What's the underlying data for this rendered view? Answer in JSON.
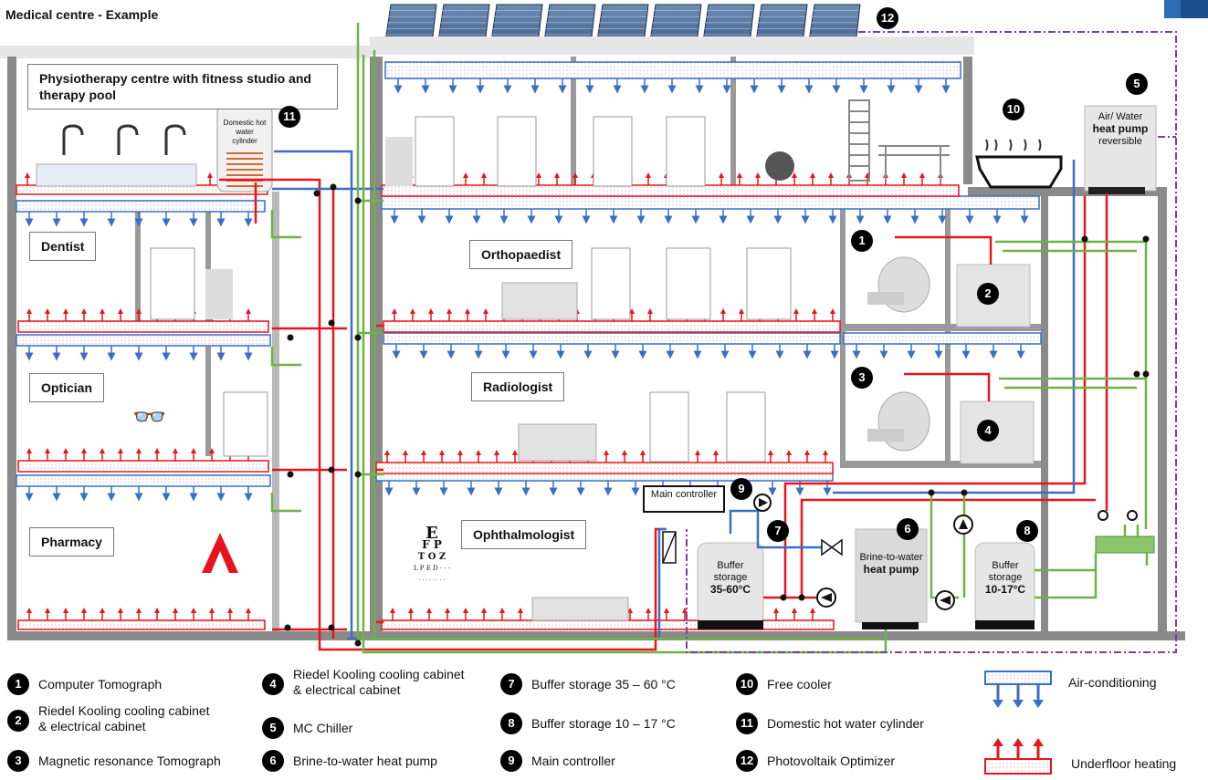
{
  "title": "Medical centre - Example",
  "rooms": {
    "physio": "Physiotherapy centre with fitness studio and therapy pool",
    "dentist": "Dentist",
    "optician": "Optician",
    "pharmacy": "Pharmacy",
    "orthopaedist": "Orthopaedist",
    "radiologist": "Radiologist",
    "ophthalmologist": "Ophthalmologist"
  },
  "equipment": {
    "dhw_cylinder": "Domestic hot water cylinder",
    "main_controller": "Main controller",
    "buffer_hot_1": "Buffer storage",
    "buffer_hot_2": "35-60°C",
    "heat_pump_1": "Brine-to-water",
    "heat_pump_2": "heat pump",
    "buffer_cold_1": "Buffer storage",
    "buffer_cold_2": "10-17°C",
    "air_water_1": "Air/ Water",
    "air_water_2": "heat pump",
    "air_water_3": "reversible"
  },
  "markers": [
    "1",
    "2",
    "3",
    "4",
    "5",
    "6",
    "7",
    "8",
    "9",
    "10",
    "11",
    "12"
  ],
  "legend": [
    {
      "num": "1",
      "text": "Computer Tomograph"
    },
    {
      "num": "2",
      "text": "Riedel Kooling cooling cabinet & electrical cabinet"
    },
    {
      "num": "3",
      "text": "Magnetic resonance Tomograph"
    },
    {
      "num": "4",
      "text": "Riedel Kooling cooling cabinet & electrical cabinet"
    },
    {
      "num": "5",
      "text": "MC Chiller"
    },
    {
      "num": "6",
      "text": "Brine-to-water heat pump"
    },
    {
      "num": "7",
      "text": "Buffer storage 35 – 60 °C"
    },
    {
      "num": "8",
      "text": "Buffer storage 10 – 17 °C"
    },
    {
      "num": "9",
      "text": "Main controller"
    },
    {
      "num": "10",
      "text": "Free cooler"
    },
    {
      "num": "11",
      "text": "Domestic hot water cylinder"
    },
    {
      "num": "12",
      "text": "Photovoltaik Optimizer"
    }
  ],
  "legend_symbols": {
    "air_conditioning": "Air-conditioning",
    "underfloor_heating": "Underfloor heating"
  },
  "eye_chart": {
    "row1": "E",
    "row2": "F P",
    "row3": "T O Z"
  },
  "colors": {
    "heating": "#e8141c",
    "cooling": "#3a6fc4",
    "geothermal": "#6fb245",
    "wall": "#8a8a8a",
    "dashed_line": "#7b3fa0"
  }
}
